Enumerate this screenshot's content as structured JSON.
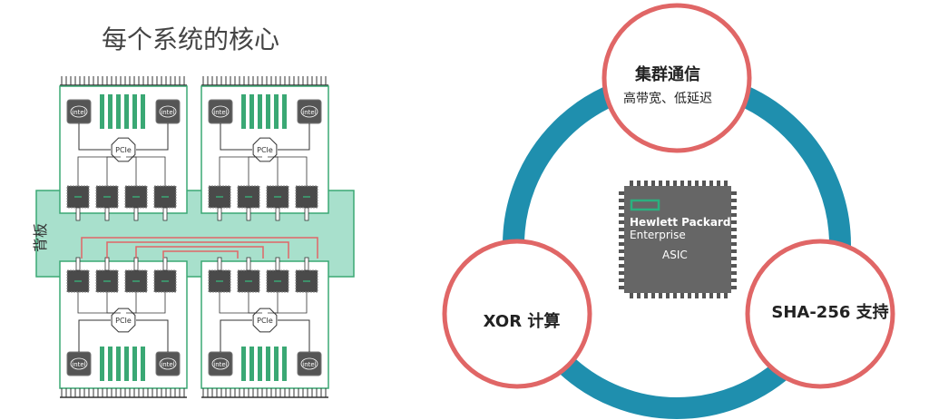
{
  "left": {
    "title": "每个系统的核心",
    "backplane_label": "背板",
    "cpu_label": "intel",
    "switch_label": "PCIe"
  },
  "right": {
    "nodes": [
      {
        "title": "集群通信",
        "subtitle": "高带宽、低延迟"
      },
      {
        "title": "XOR 计算",
        "subtitle": ""
      },
      {
        "title": "SHA-256 支持",
        "subtitle": ""
      }
    ],
    "chip": {
      "brand_line1": "Hewlett Packard",
      "brand_line2": "Enterprise",
      "label": "ASIC"
    }
  },
  "colors": {
    "green": "#3aa874",
    "green_fill": "#a8e0cc",
    "teal_ring": "#1f8fae",
    "circle_border": "#e06666",
    "chip_gray": "#666666",
    "red_line": "#e06666"
  }
}
